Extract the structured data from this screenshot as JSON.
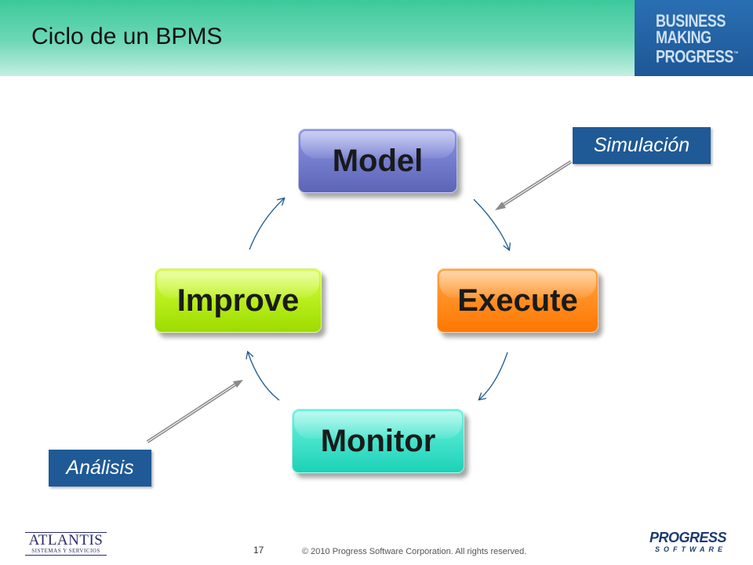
{
  "header": {
    "title": "Ciclo de un BPMS",
    "brand_lines": [
      "BUSINESS",
      "MAKING",
      "PROGRESS"
    ],
    "brand_mark": "™"
  },
  "cycle": {
    "nodes": [
      {
        "label": "Model",
        "color": "#6c74c8"
      },
      {
        "label": "Execute",
        "color": "#ff8a1a"
      },
      {
        "label": "Monitor",
        "color": "#33e0c6"
      },
      {
        "label": "Improve",
        "color": "#b5ec10"
      }
    ],
    "link_color": "#1f5a8c"
  },
  "callouts": {
    "simulacion": "Simulación",
    "analisis": "Análisis",
    "color": "#1f5a96"
  },
  "footer": {
    "atlantis_name": "ATLANTIS",
    "atlantis_sub": "SISTEMAS Y SERVICIOS",
    "page_number": "17",
    "copyright": "© 2010 Progress Software Corporation. All rights reserved.",
    "progress_name": "PROGRESS",
    "progress_sub": "SOFTWARE"
  }
}
